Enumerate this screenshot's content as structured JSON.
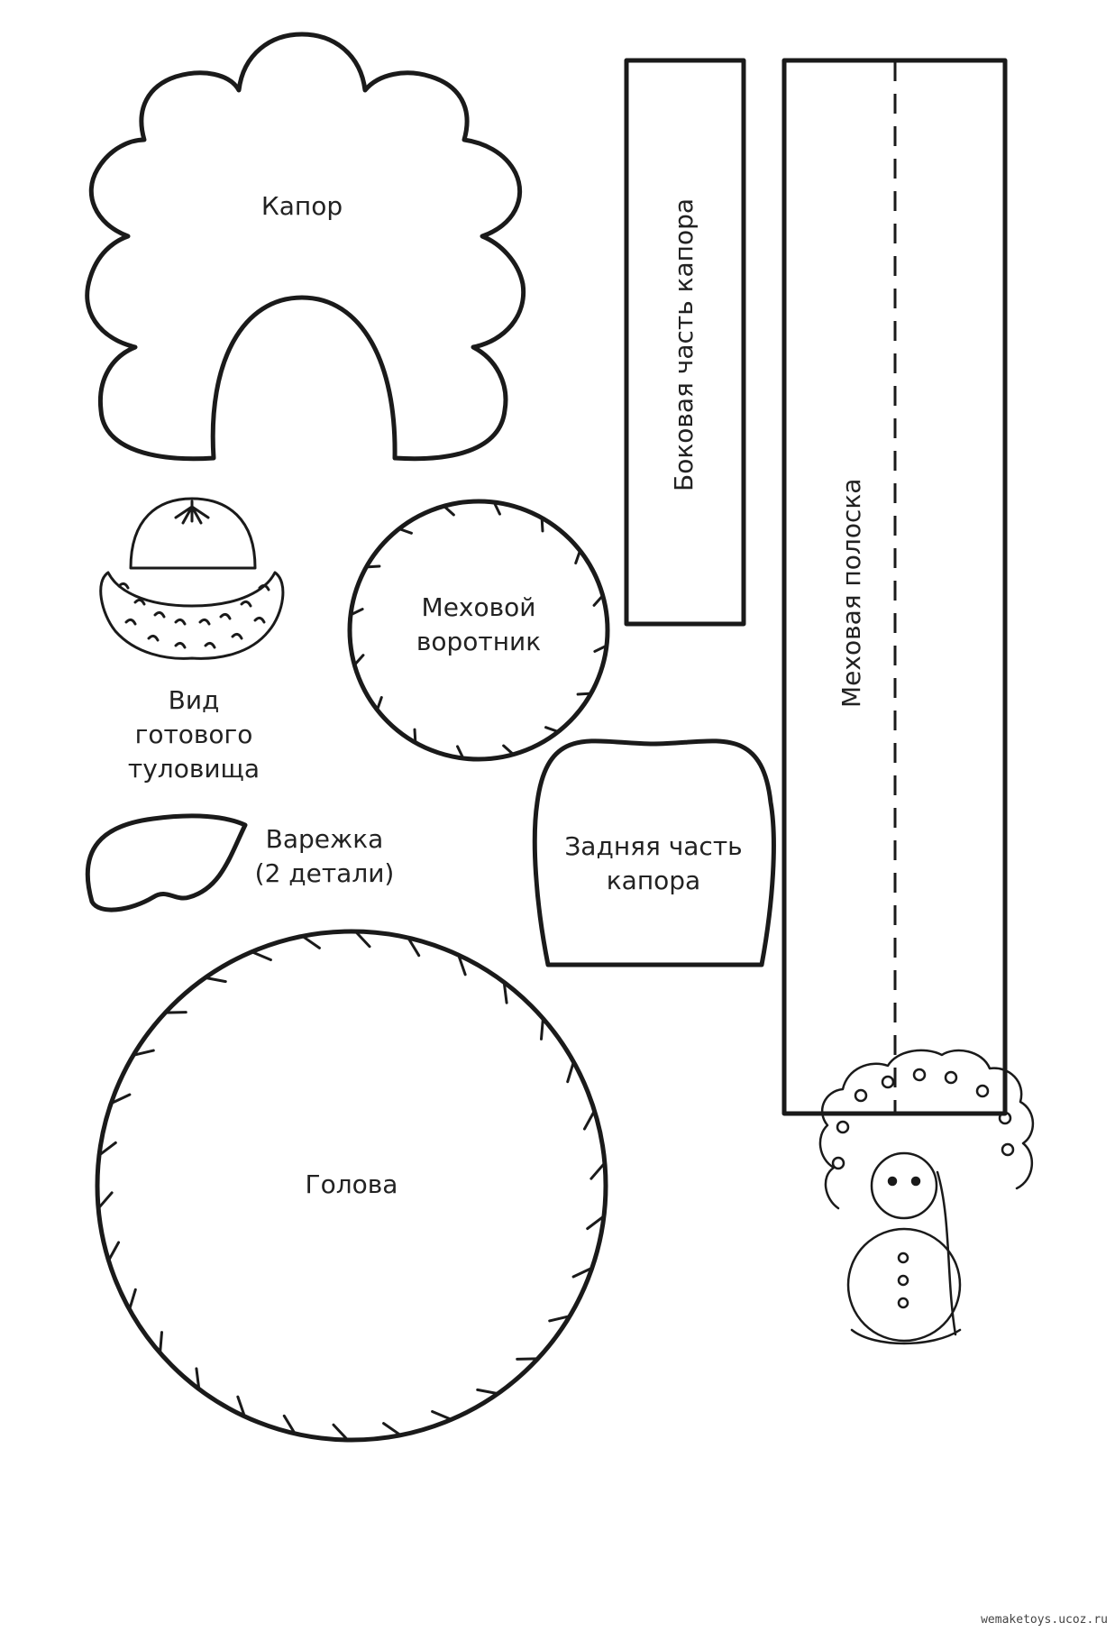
{
  "pieces": {
    "hood": {
      "label": "Капор"
    },
    "hood_side": {
      "label": "Боковая часть капора"
    },
    "fur_strip": {
      "label": "Меховая полоска"
    },
    "fur_collar": {
      "line1": "Меховой",
      "line2": "воротник"
    },
    "finished_body": {
      "line1": "Вид",
      "line2": "готового",
      "line3": "туловища"
    },
    "hood_back": {
      "line1": "Задняя часть",
      "line2": "капора"
    },
    "mitten": {
      "line1": "Варежка",
      "line2": "(2 детали)"
    },
    "head": {
      "label": "Голова"
    }
  },
  "watermark": "wemaketoys.ucoz.ru",
  "colors": {
    "line": "#1a1a1a",
    "paper": "#ffffff"
  }
}
